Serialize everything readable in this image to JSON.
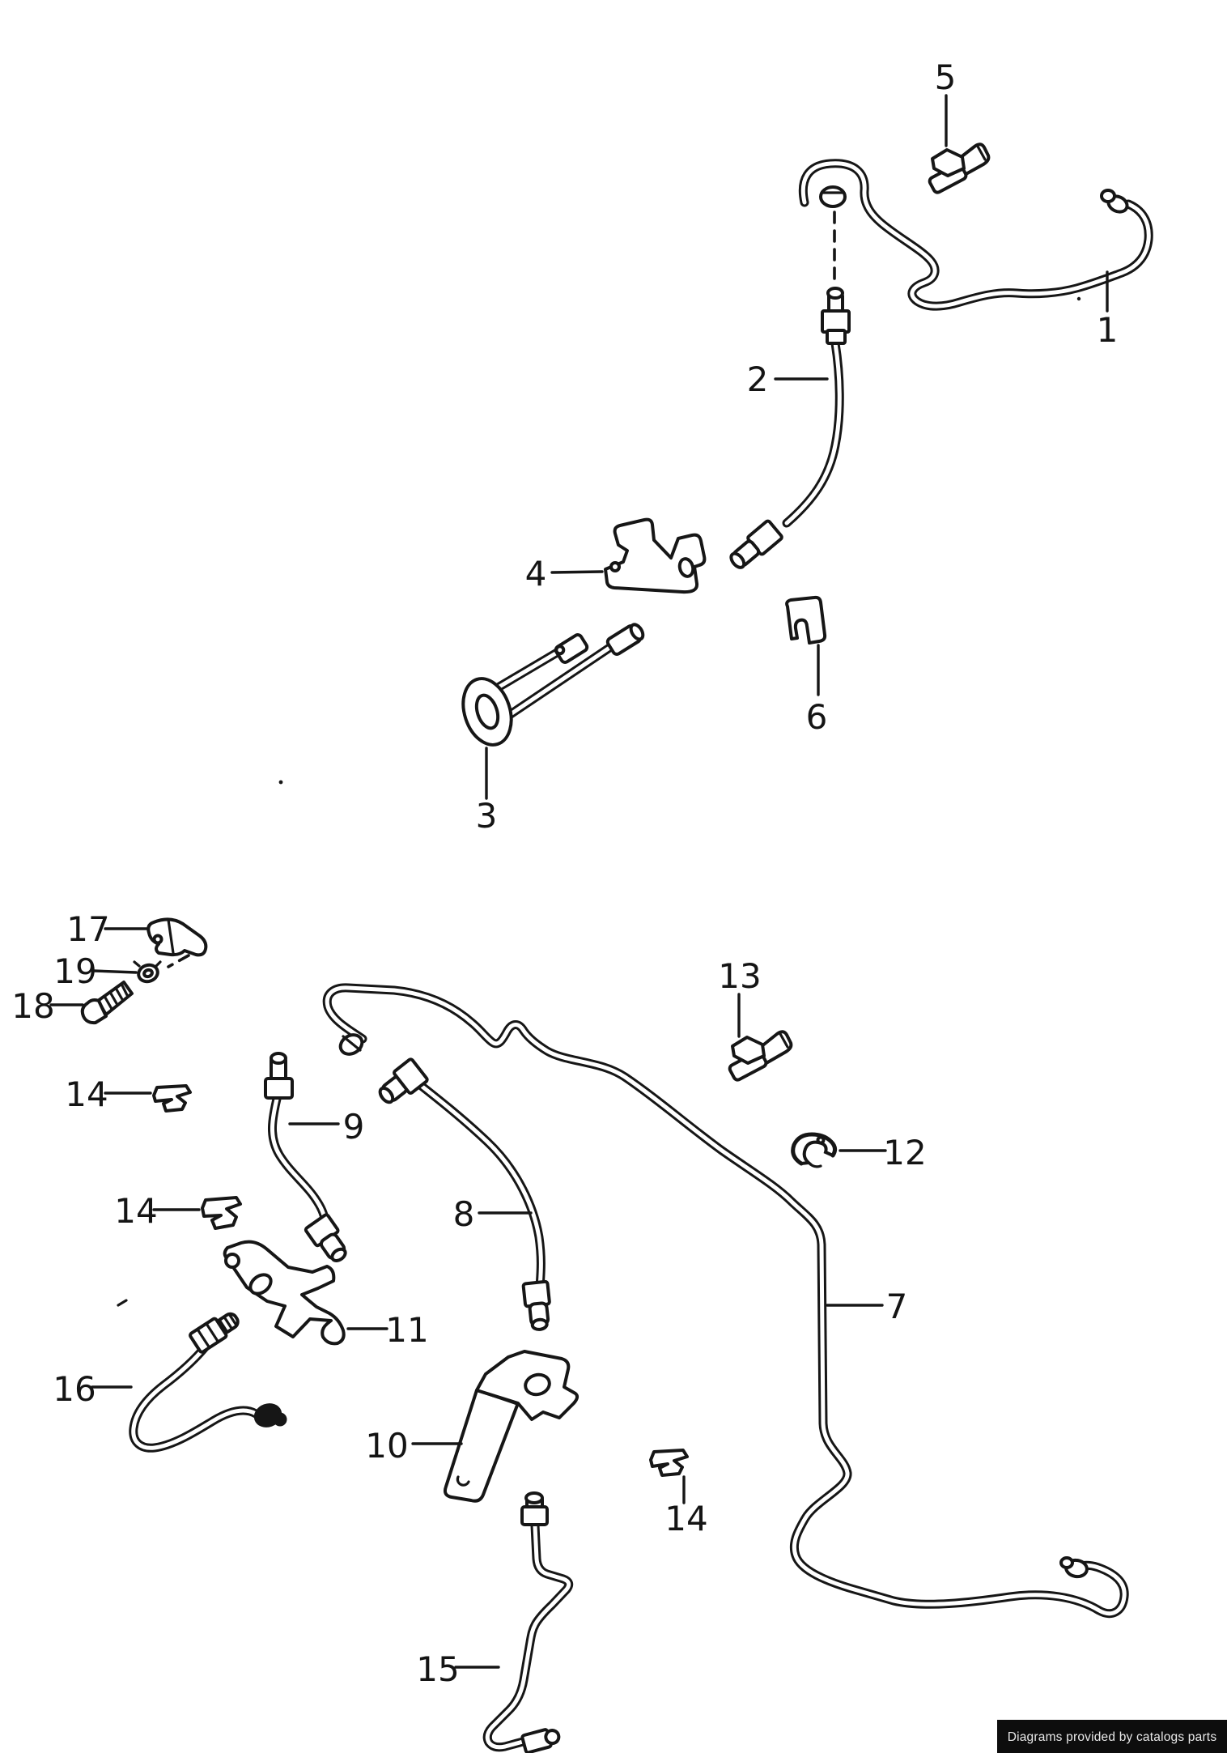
{
  "diagram": {
    "kind": "brake-pipes-and-hoses-parts-diagram",
    "background": "#ffffff",
    "line_color": "#161616",
    "callouts": {
      "c1": "1",
      "c2": "2",
      "c3": "3",
      "c4": "4",
      "c5": "5",
      "c6": "6",
      "c7": "7",
      "c8": "8",
      "c9": "9",
      "c10": "10",
      "c11": "11",
      "c12": "12",
      "c13": "13",
      "c14a": "14",
      "c14b": "14",
      "c14c": "14",
      "c15": "15",
      "c16": "16",
      "c17": "17",
      "c18": "18",
      "c19": "19"
    }
  },
  "watermark": {
    "text": "Diagrams provided by catalogs parts",
    "bg": "#0d0d0d",
    "fg": "#e9e9e9"
  }
}
